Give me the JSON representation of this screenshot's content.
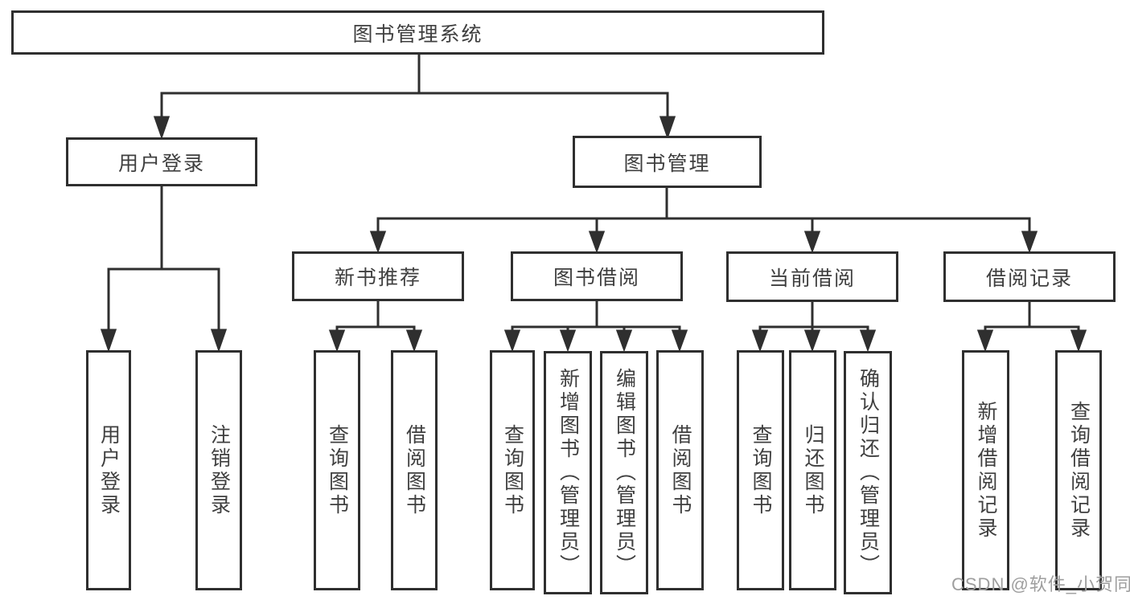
{
  "diagram": {
    "root": {
      "label": "图书管理系统",
      "children": [
        {
          "label": "用户登录",
          "children": [
            {
              "label": "用户登录"
            },
            {
              "label": "注销登录"
            }
          ]
        },
        {
          "label": "图书管理",
          "children": [
            {
              "label": "新书推荐",
              "children": [
                {
                  "label": "查询图书"
                },
                {
                  "label": "借阅图书"
                }
              ]
            },
            {
              "label": "图书借阅",
              "children": [
                {
                  "label": "查询图书"
                },
                {
                  "label": "新增图书（管理员）"
                },
                {
                  "label": "编辑图书（管理员）"
                },
                {
                  "label": "借阅图书"
                }
              ]
            },
            {
              "label": "当前借阅",
              "children": [
                {
                  "label": "查询图书"
                },
                {
                  "label": "归还图书"
                },
                {
                  "label": "确认归还（管理员）"
                }
              ]
            },
            {
              "label": "借阅记录",
              "children": [
                {
                  "label": "新增借阅记录"
                },
                {
                  "label": "查询借阅记录"
                }
              ]
            }
          ]
        }
      ]
    },
    "colors": {
      "line": "#2f2f2f",
      "text": "#3f3f3f",
      "background": "#ffffff",
      "watermark": "#9e9e9e"
    }
  },
  "watermark": {
    "text": "CSDN @软件_小贺同学"
  }
}
